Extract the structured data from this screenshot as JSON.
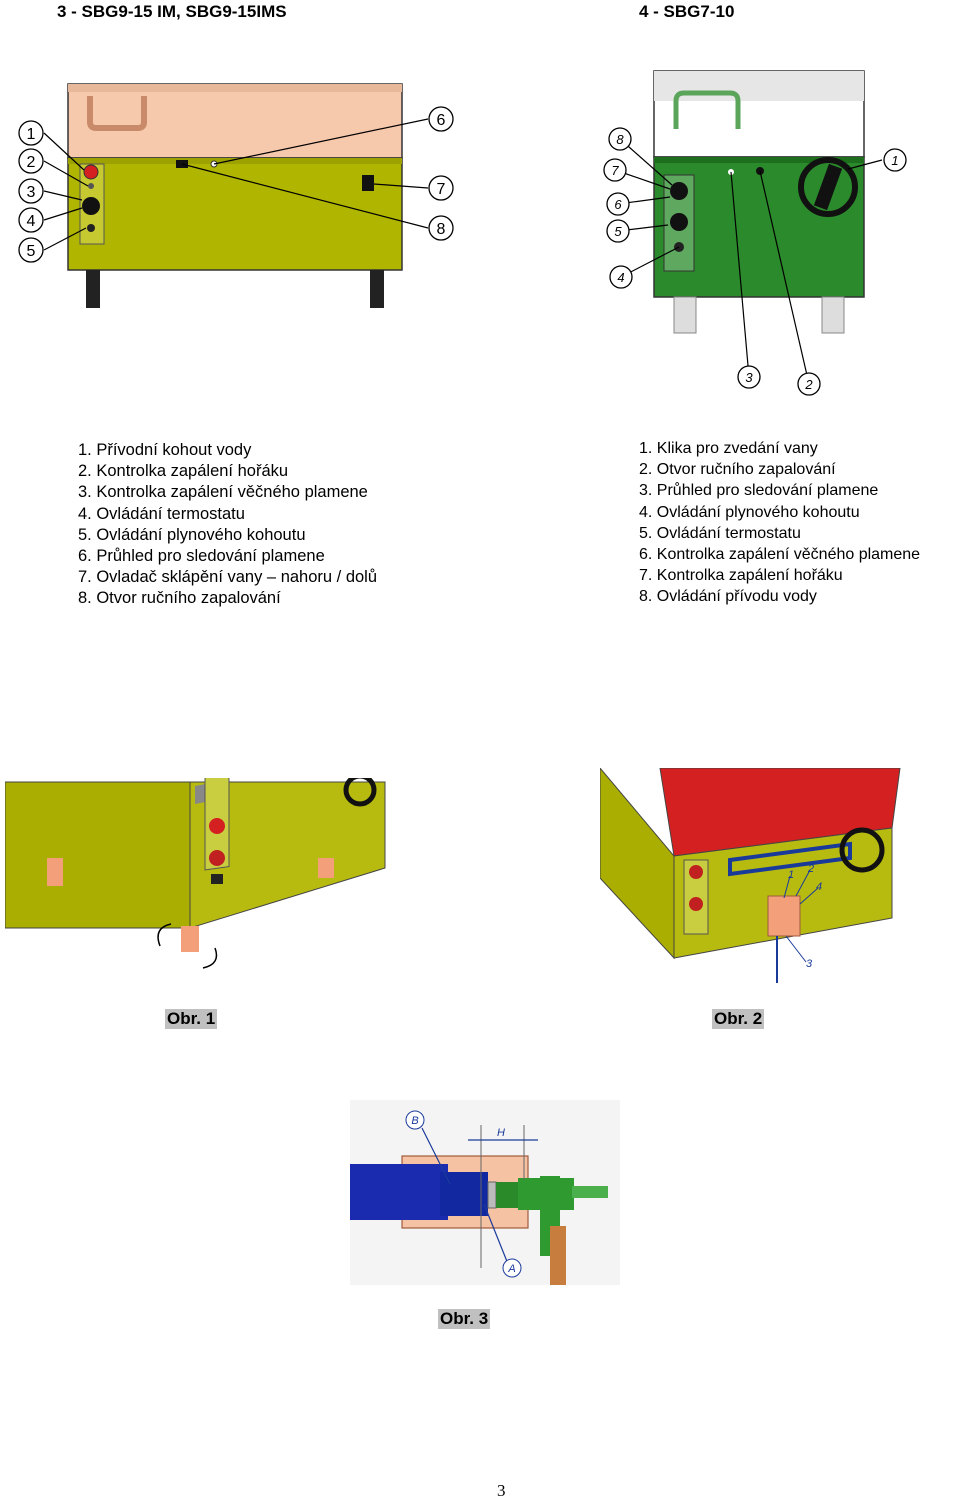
{
  "headings": {
    "left": "3 - SBG9-15 IM, SBG9-15IMS",
    "right": "4 - SBG7-10"
  },
  "figure_left": {
    "callouts": [
      "1",
      "2",
      "3",
      "4",
      "5",
      "6",
      "7",
      "8"
    ],
    "colors": {
      "body": "#b0b500",
      "lid": "#f6c9ad"
    }
  },
  "figure_right": {
    "callouts": [
      "1",
      "2",
      "3",
      "4",
      "5",
      "6",
      "7",
      "8"
    ],
    "colors": {
      "body": "#2b8a2b",
      "lid": "#ffffff"
    }
  },
  "legend_left": [
    "1. Přívodní kohout vody",
    "2. Kontrolka zapálení hořáku",
    "3. Kontrolka zapálení věčného plamene",
    "4. Ovládání termostatu",
    "5. Ovládání plynového kohoutu",
    "6. Průhled pro sledování plamene",
    "7. Ovladač sklápění vany – nahoru / dolů",
    "8. Otvor ručního zapalování"
  ],
  "legend_right": [
    "1. Klika pro zvedání vany",
    "2. Otvor ručního zapalování",
    "3. Průhled pro sledování plamene",
    "4. Ovládání plynového kohoutu",
    "5. Ovládání termostatu",
    "6. Kontrolka zapálení věčného plamene",
    "7. Kontrolka zapálení hořáku",
    "8. Ovládání přívodu vody"
  ],
  "figure2_labels": [
    "1",
    "2",
    "3",
    "4"
  ],
  "figure3_labels": {
    "b": "B",
    "h": "H",
    "a": "A"
  },
  "captions": {
    "obr1": "Obr. 1",
    "obr2": "Obr. 2",
    "obr3": "Obr. 3"
  },
  "page_number": "3"
}
